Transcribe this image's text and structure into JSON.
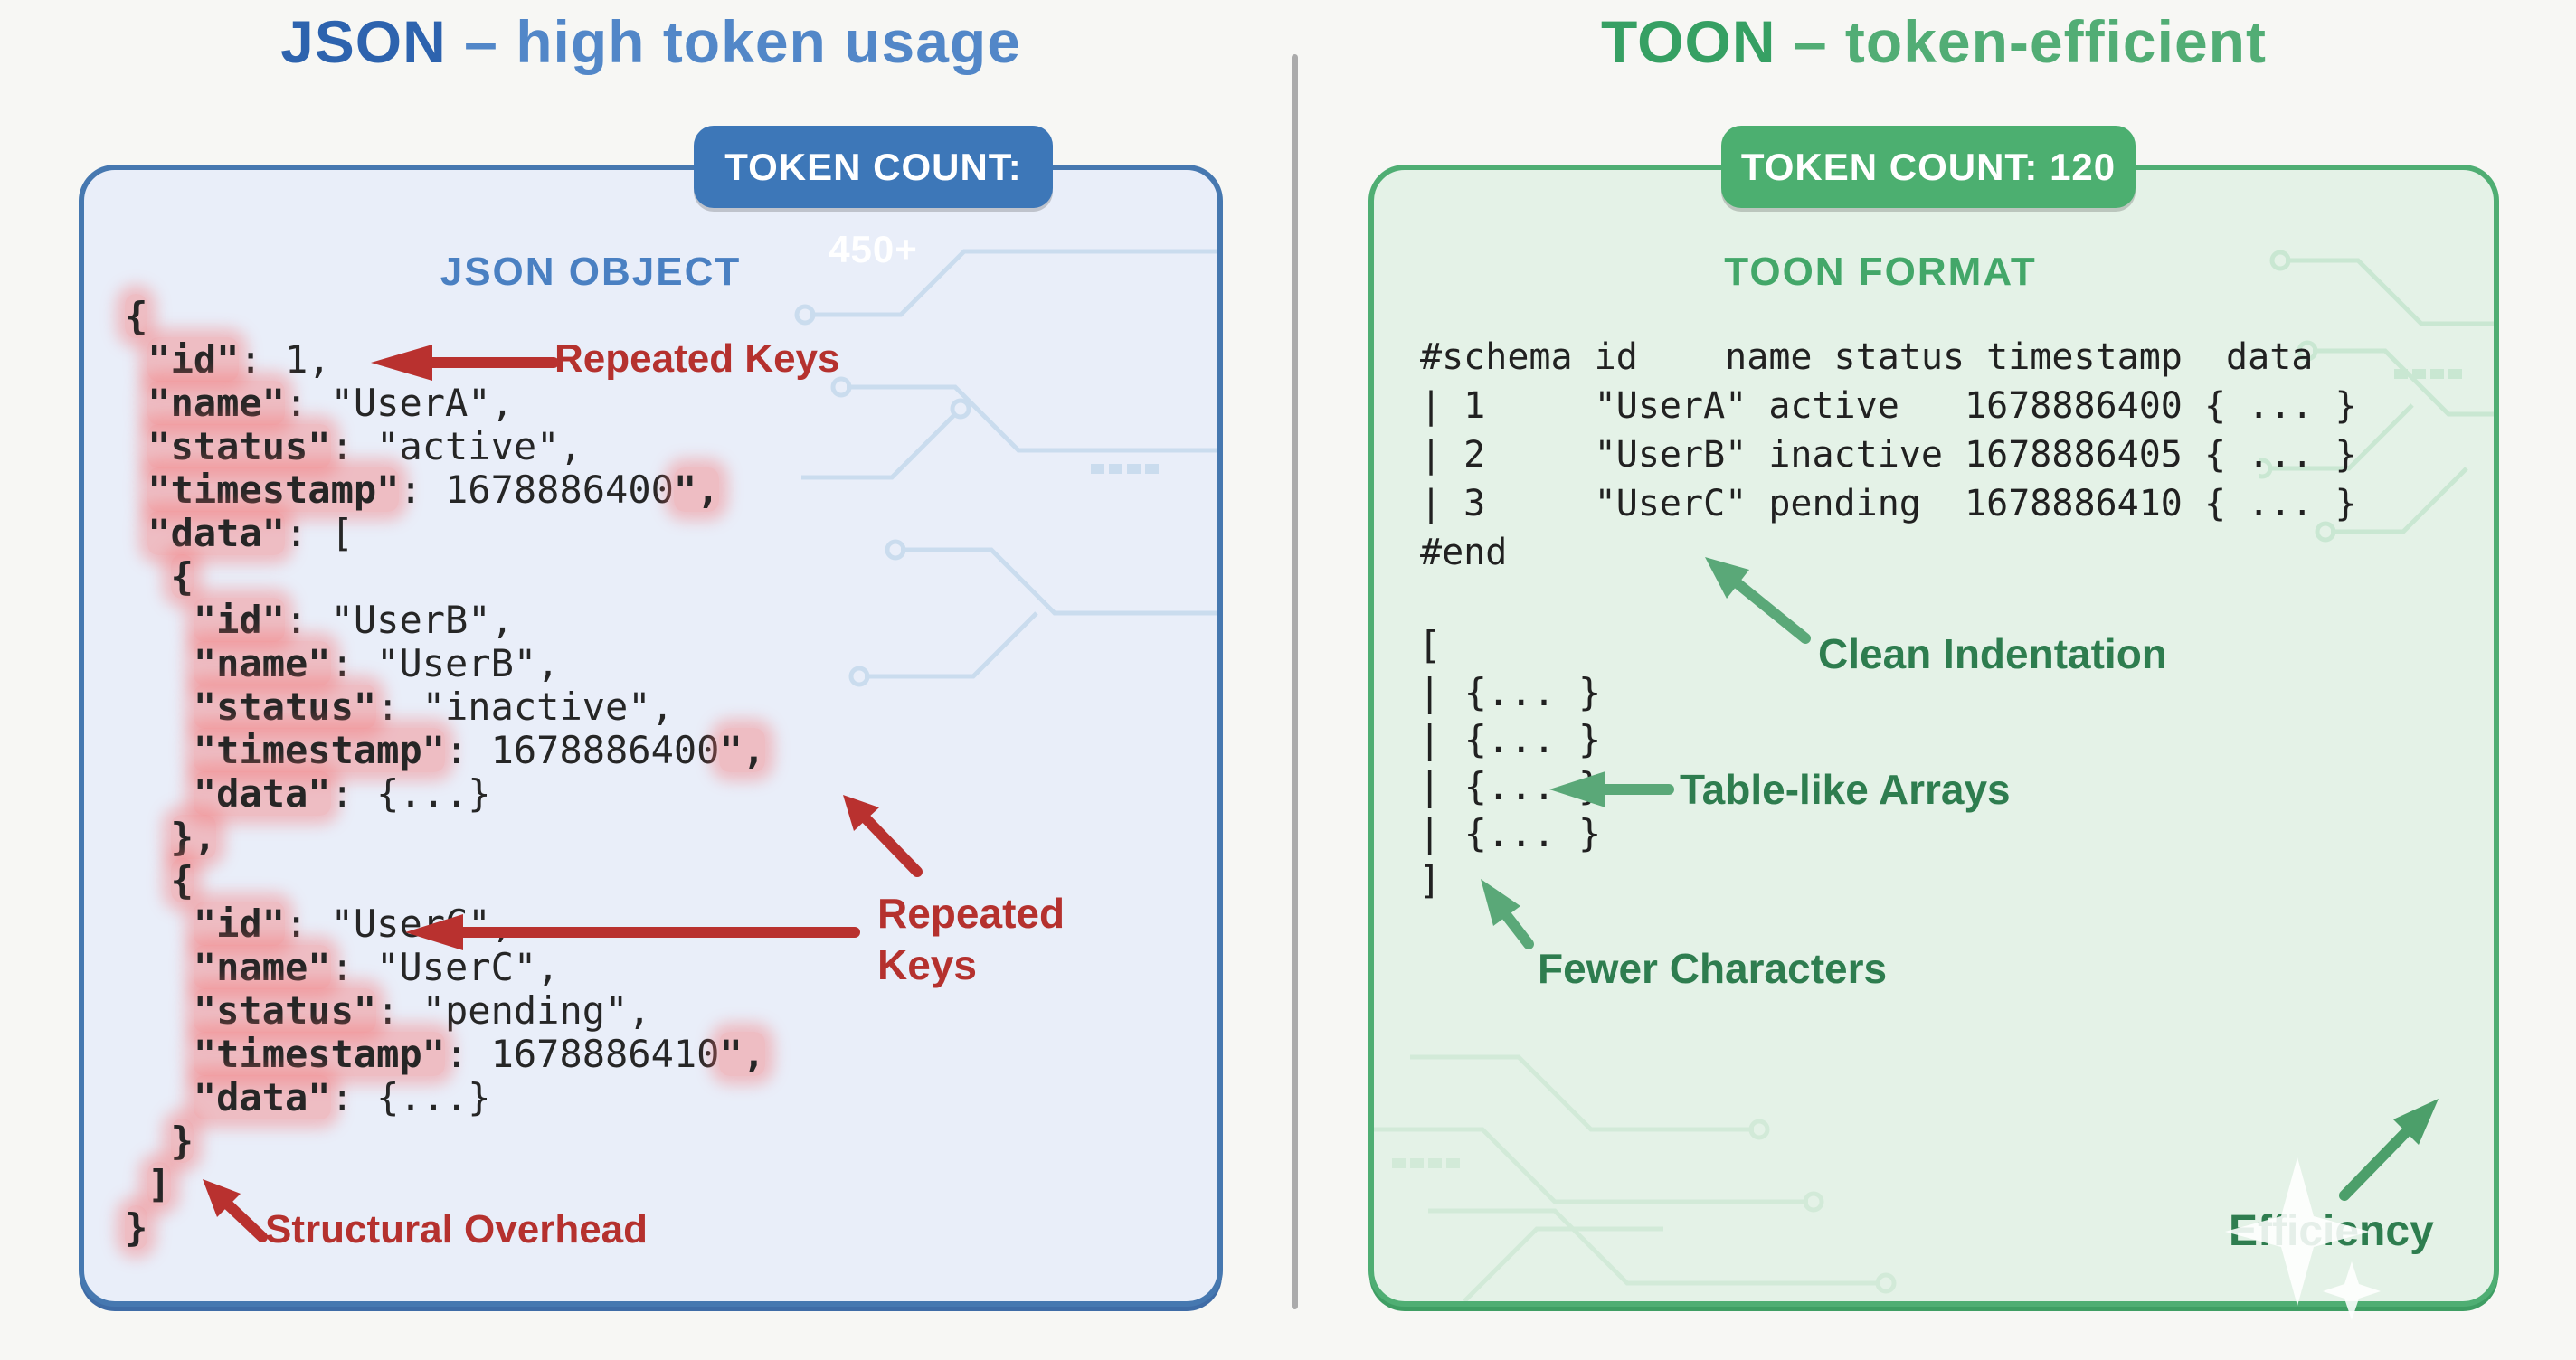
{
  "left": {
    "title_strong": "JSON",
    "title_rest": " – high token usage",
    "badge": "TOKEN COUNT: 450+",
    "heading": "JSON OBJECT",
    "code": {
      "lines": [
        [
          [
            "{",
            1
          ]
        ],
        [
          [
            " ",
            0
          ],
          [
            "\"id\"",
            1
          ],
          [
            ": 1,",
            0
          ]
        ],
        [
          [
            " ",
            0
          ],
          [
            "\"name\"",
            1
          ],
          [
            ": \"UserA\",",
            0
          ]
        ],
        [
          [
            " ",
            0
          ],
          [
            "\"status\"",
            1
          ],
          [
            ": \"active\",",
            0
          ]
        ],
        [
          [
            " ",
            0
          ],
          [
            "\"timestamp\"",
            1
          ],
          [
            ": 1678886400",
            0
          ],
          [
            "\",",
            1
          ]
        ],
        [
          [
            " ",
            0
          ],
          [
            "\"data\"",
            1
          ],
          [
            ": [",
            0
          ]
        ],
        [
          [
            "  ",
            0
          ],
          [
            "{",
            1
          ]
        ],
        [
          [
            "   ",
            0
          ],
          [
            "\"id\"",
            1
          ],
          [
            ": \"UserB\",",
            0
          ]
        ],
        [
          [
            "   ",
            0
          ],
          [
            "\"name\"",
            1
          ],
          [
            ": \"UserB\",",
            0
          ]
        ],
        [
          [
            "   ",
            0
          ],
          [
            "\"status\"",
            1
          ],
          [
            ": \"inactive\",",
            0
          ]
        ],
        [
          [
            "   ",
            0
          ],
          [
            "\"timestamp\"",
            1
          ],
          [
            ": 1678886400",
            0
          ],
          [
            "\",",
            1
          ]
        ],
        [
          [
            "   ",
            0
          ],
          [
            "\"data\"",
            1
          ],
          [
            ": {...}",
            0
          ]
        ],
        [
          [
            "  ",
            0
          ],
          [
            "},",
            1
          ]
        ],
        [
          [
            "  ",
            0
          ],
          [
            "{",
            1
          ]
        ],
        [
          [
            "   ",
            0
          ],
          [
            "\"id\"",
            1
          ],
          [
            ": \"UserC\",",
            0
          ]
        ],
        [
          [
            "   ",
            0
          ],
          [
            "\"name\"",
            1
          ],
          [
            ": \"UserC\",",
            0
          ]
        ],
        [
          [
            "   ",
            0
          ],
          [
            "\"status\"",
            1
          ],
          [
            ": \"pending\",",
            0
          ]
        ],
        [
          [
            "   ",
            0
          ],
          [
            "\"timestamp\"",
            1
          ],
          [
            ": 1678886410",
            0
          ],
          [
            "\",",
            1
          ]
        ],
        [
          [
            "   ",
            0
          ],
          [
            "\"data\"",
            1
          ],
          [
            ": {...}",
            0
          ]
        ],
        [
          [
            "  ",
            0
          ],
          [
            "}",
            1
          ]
        ],
        [
          [
            " ",
            0
          ],
          [
            "]",
            1
          ]
        ],
        [
          [
            "}",
            1
          ]
        ]
      ]
    },
    "annotations": {
      "repeated_keys_1": "Repeated Keys",
      "repeated_keys_2": "Repeated Keys",
      "structural_overhead": "Structural Overhead"
    }
  },
  "right": {
    "title_strong": "TOON",
    "title_rest": " – token-efficient",
    "badge": "TOKEN COUNT: 120",
    "heading": "TOON FORMAT",
    "code": "#schema id    name status timestamp  data\n| 1     \"UserA\" active   1678886400 { ... }\n| 2     \"UserB\" inactive 1678886405 { ... }\n| 3     \"UserC\" pending  1678886410 { ... }\n#end",
    "array_block": "[\n| {... }\n| {... }\n| {... }\n| {... }\n]",
    "annotations": {
      "clean_indentation": "Clean Indentation",
      "table_like_arrays": "Table-like Arrays",
      "fewer_characters": "Fewer Characters",
      "efficiency": "Efficiency"
    }
  },
  "colors": {
    "json_accent": "#3d77b8",
    "json_panel_bg": "#e9eef9",
    "json_border": "#4678b0",
    "toon_accent": "#4caf70",
    "toon_panel_bg": "#e4f2e7",
    "toon_border": "#4fae73",
    "red_annotation": "#b5312e",
    "red_arrow": "#b9312f",
    "green_annotation": "#2e7d4f",
    "green_arrow": "#5aa878",
    "highlight": "rgba(244,116,116,0.4)",
    "divider": "#ababab",
    "code_text": "#262626"
  }
}
